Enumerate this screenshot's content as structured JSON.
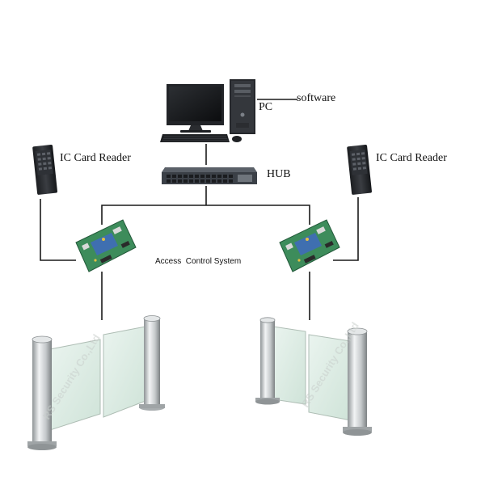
{
  "labels": {
    "pc": "PC",
    "software": "software",
    "hub": "HUB",
    "card_reader_left": "IC Card Reader",
    "card_reader_right": "IC Card Reader",
    "access_control": "Access  Control System"
  },
  "watermark": "RS Security Co.,Ltd",
  "colors": {
    "line": "#1a1a1a",
    "glass": "#dfeee6",
    "steel": "#b9bdbf",
    "board_green": "#3d8c5b",
    "board_blue": "#3f6fb0"
  }
}
